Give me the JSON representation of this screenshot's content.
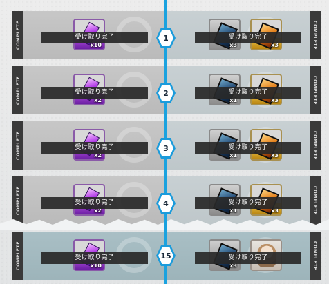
{
  "complete_label": "COMPLETE",
  "claimed_label": "受け取り完了",
  "rows": [
    {
      "step": "1",
      "left": {
        "qty": "x10"
      },
      "right": [
        {
          "qty": "x3"
        },
        {
          "qty": "x3"
        }
      ]
    },
    {
      "step": "2",
      "left": {
        "qty": "x2"
      },
      "right": [
        {
          "qty": "x1"
        },
        {
          "qty": "x3"
        }
      ]
    },
    {
      "step": "3",
      "left": {
        "qty": "x2"
      },
      "right": [
        {
          "qty": "x1"
        },
        {
          "qty": "x3"
        }
      ]
    },
    {
      "step": "4",
      "left": {
        "qty": "x2"
      },
      "right": [
        {
          "qty": "x1"
        },
        {
          "qty": "x3"
        }
      ]
    },
    {
      "step": "15",
      "left": {
        "qty": "x10"
      },
      "right": [
        {
          "qty": "x3"
        },
        {
          "qty": ""
        }
      ]
    }
  ],
  "colors": {
    "accent": "#1aa2df",
    "banner": "#282828",
    "stripe": "#3a3a3a"
  },
  "icons": [
    "purple-crystal-icon",
    "blue-card-icon",
    "gold-card-icon",
    "character-portrait-icon"
  ]
}
